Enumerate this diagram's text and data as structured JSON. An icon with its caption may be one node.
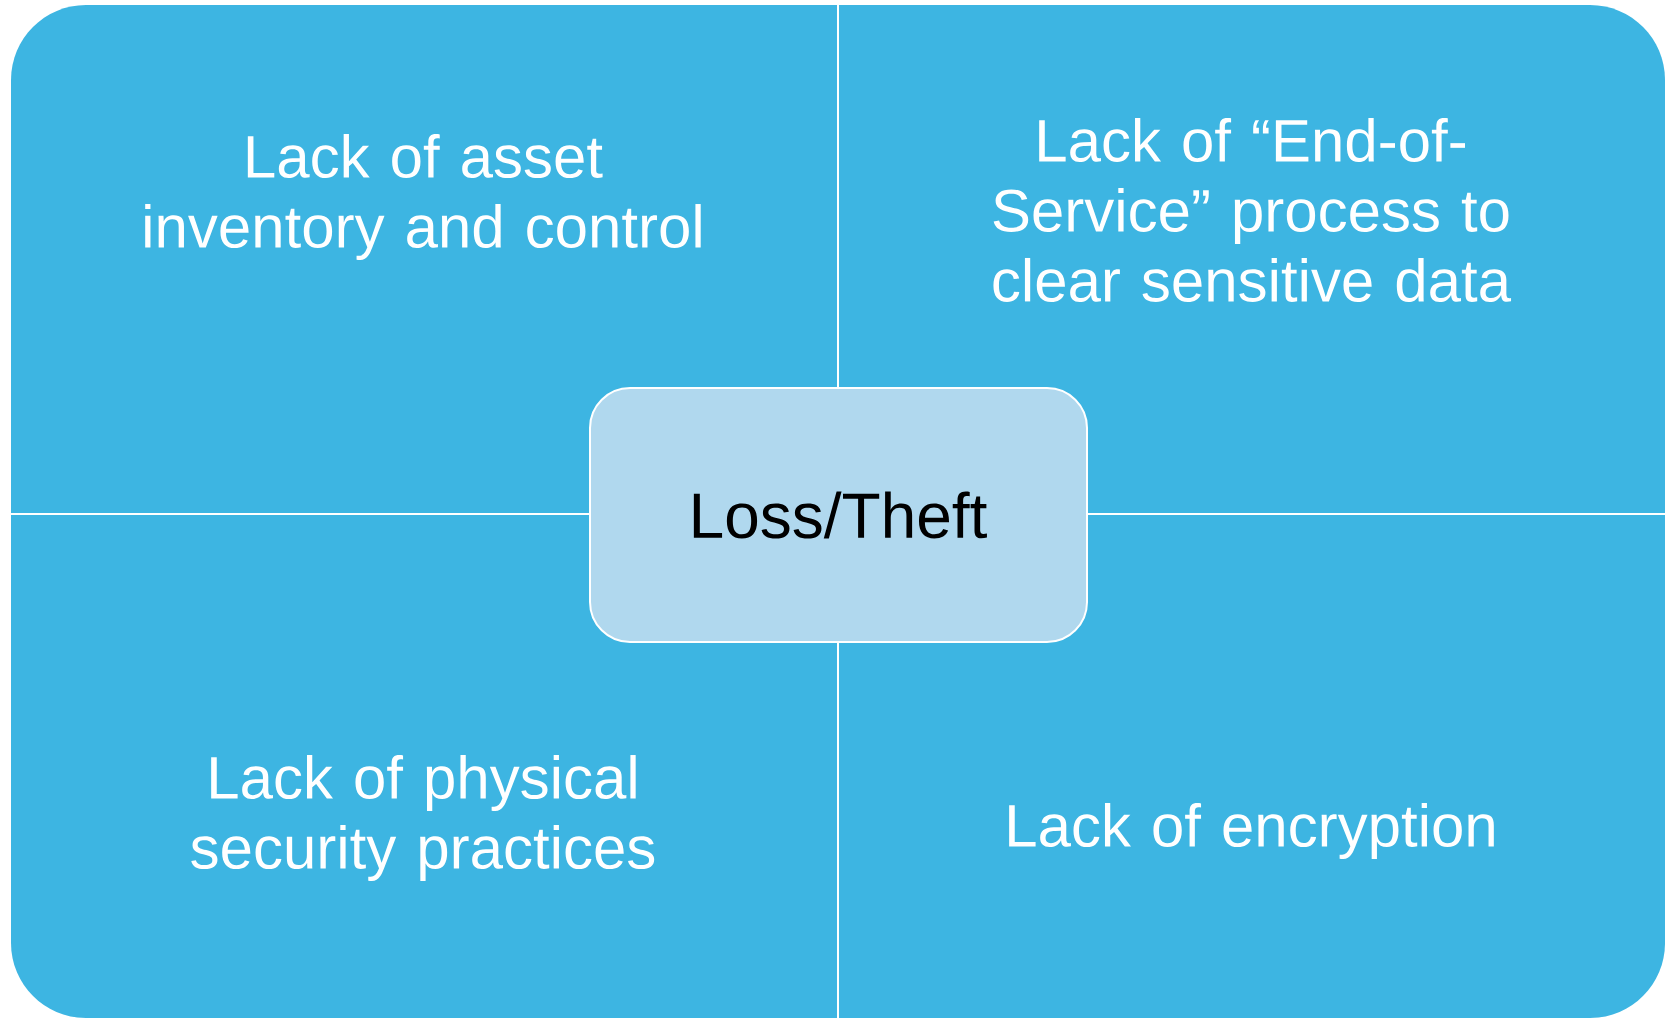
{
  "diagram": {
    "nodes": [
      {
        "text": [
          "Lack of asset inventory and control"
        ]
      },
      {
        "text": [
          "Lack of “End-of-Service” process to clear sensitive data"
        ]
      },
      {
        "text": [
          "Lack of physical security practices"
        ]
      },
      {
        "text": [
          "Lack of encryption"
        ]
      },
      {
        "text": [
          "Loss/Theft"
        ]
      }
    ]
  }
}
